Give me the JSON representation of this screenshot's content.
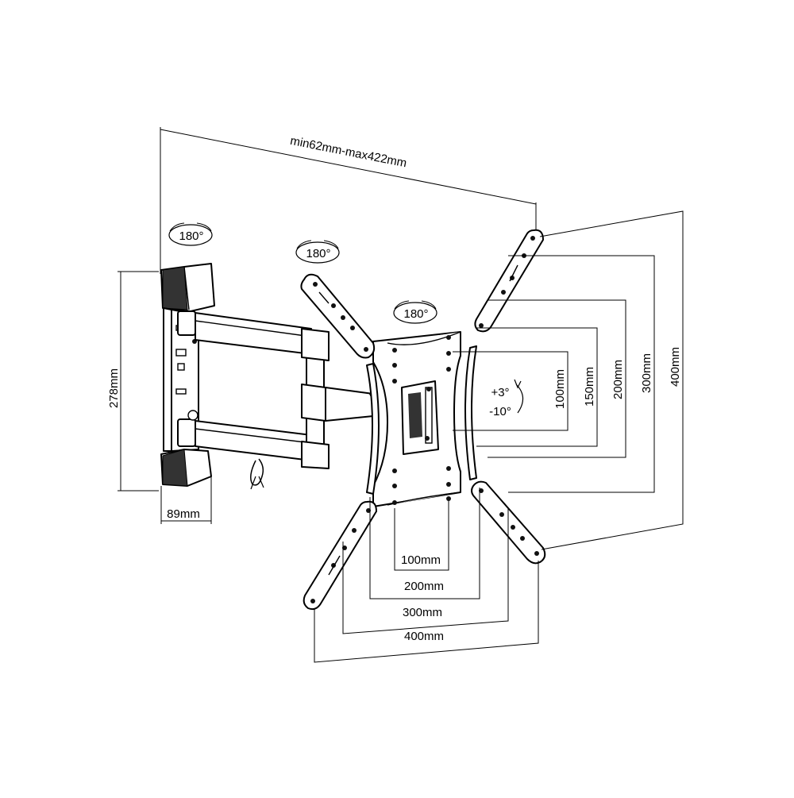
{
  "labels": {
    "arm_extension": "min62mm-max422mm",
    "rotation_wall": "180°",
    "rotation_arm": "180°",
    "rotation_plate": "180°",
    "tilt_up": "+3°",
    "tilt_down": "-10°",
    "wall_height": "278mm",
    "wall_depth": "89mm",
    "vesa_h_100": "100mm",
    "vesa_h_200": "200mm",
    "vesa_h_300": "300mm",
    "vesa_h_400": "400mm",
    "vesa_v_100": "100mm",
    "vesa_v_150": "150mm",
    "vesa_v_200": "200mm",
    "vesa_v_300": "300mm",
    "vesa_v_400": "400mm"
  }
}
